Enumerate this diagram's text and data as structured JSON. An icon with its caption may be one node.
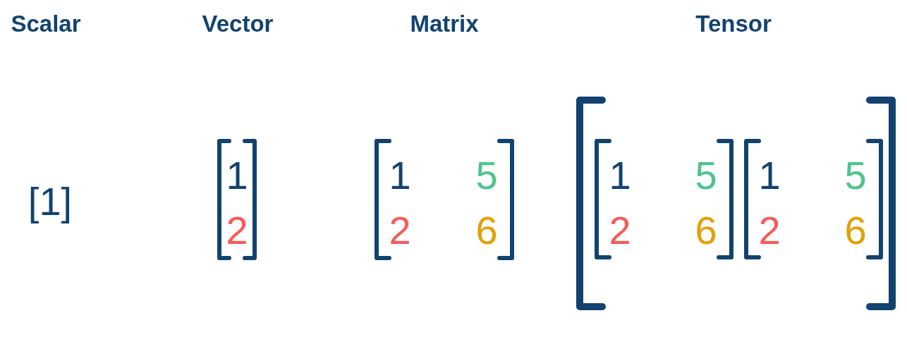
{
  "diagram": {
    "nodes": [
      {
        "text": [
          "1",
          "2"
        ]
      },
      {
        "text": [
          "1",
          "5",
          "2",
          "6"
        ]
      },
      {
        "text": [],
        "shape": "bracket"
      },
      {
        "text": [
          "1",
          "5",
          "2",
          "6"
        ],
        "in": 2
      },
      {
        "text": [
          "1",
          "5",
          "2",
          "6"
        ],
        "in": 2
      }
    ],
    "labels": [
      "Scalar",
      "Vector",
      "Matrix",
      "Tensor",
      "[1]"
    ]
  }
}
